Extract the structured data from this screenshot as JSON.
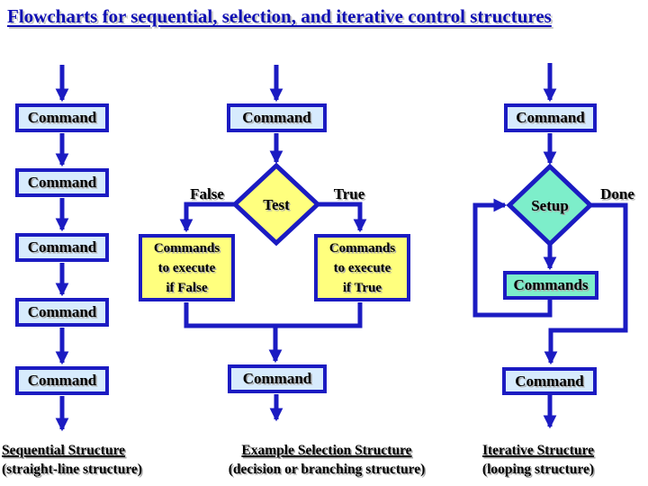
{
  "title": "Flowcharts for sequential, selection, and iterative control structures",
  "colors": {
    "line-blue": "#1b1bc2",
    "fill-blue": "#d7ebfd",
    "fill-yellow": "#ffff7e",
    "fill-green": "#7deeca",
    "title-blue": "#0f0fb4",
    "shadow-gray": "#a8a8a8"
  },
  "sequential": {
    "commands": [
      "Command",
      "Command",
      "Command",
      "Command",
      "Command"
    ],
    "caption_title": "Sequential Structure",
    "caption_subtitle": "(straight-line structure)"
  },
  "selection": {
    "command_top": "Command",
    "test_label": "Test",
    "branch_false": "False",
    "branch_true": "True",
    "false_box": "Commands\nto execute\nif False",
    "true_box": "Commands\nto execute\nif True",
    "command_bottom": "Command",
    "caption_title": "Example Selection Structure",
    "caption_subtitle": "(decision or branching structure)"
  },
  "iterative": {
    "command_top": "Command",
    "setup_label": "Setup",
    "done_label": "Done",
    "commands_box": "Commands",
    "command_bottom": "Command",
    "caption_title": "Iterative Structure",
    "caption_subtitle": "(looping structure)"
  }
}
